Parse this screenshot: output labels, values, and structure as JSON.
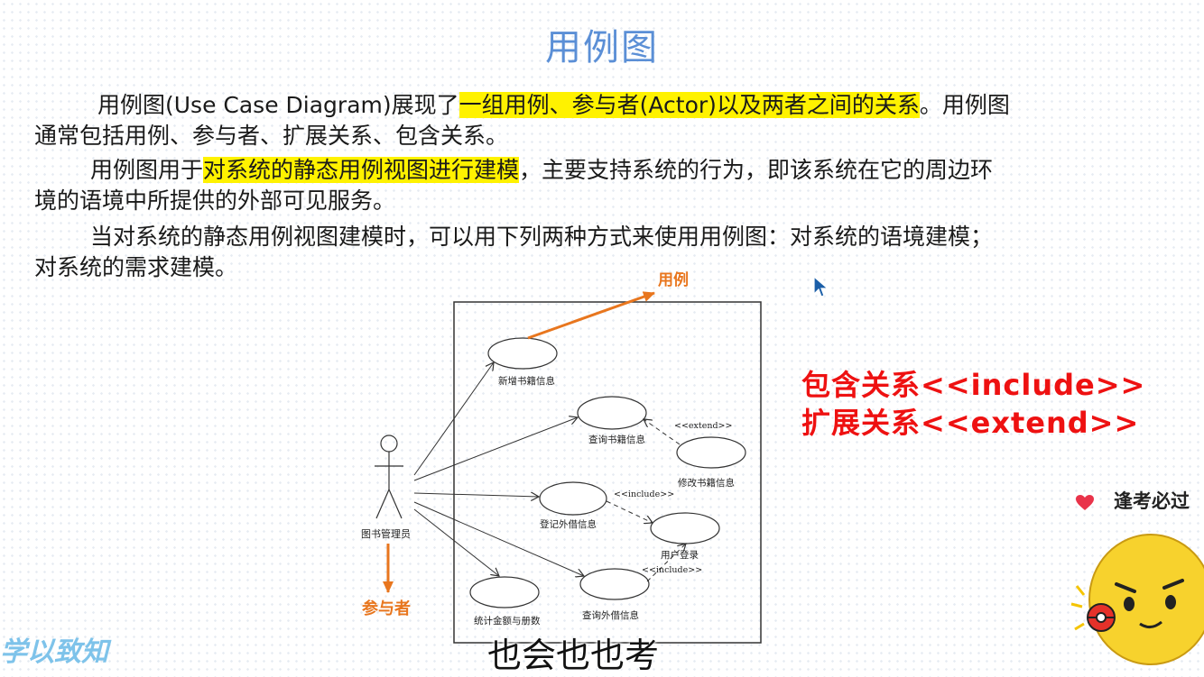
{
  "slide": {
    "title": "用例图",
    "p1": {
      "before": "用例图(Use Case Diagram)展现了",
      "highlight": "一组用例、参与者(Actor)以及两者之间的关系",
      "after_line1": "。用例图",
      "line2": "通常包括用例、参与者、扩展关系、包含关系。"
    },
    "p2": {
      "before": "用例图用于",
      "highlight": "对系统的静态用例视图进行建模",
      "after_line1": "，主要支持系统的行为，即该系统在它的周边环",
      "line2": "境的语境中所提供的外部可见服务。"
    },
    "p3": {
      "line1": "当对系统的静态用例视图建模时，可以用下列两种方式来使用用例图：对系统的语境建模；",
      "line2": "对系统的需求建模。"
    }
  },
  "diagram": {
    "actor": "图书管理员",
    "use_cases": {
      "add_book": "新增书籍信息",
      "query_book": "查询书籍信息",
      "modify_book": "修改书籍信息",
      "register_loan": "登记外借信息",
      "user_login": "用户登录",
      "stats": "统计金额与册数",
      "query_loan": "查询外借信息"
    },
    "stereotypes": {
      "extend": "<<extend>>",
      "include": "<<include>>"
    },
    "callouts": {
      "use_case": "用例",
      "actor": "参与者"
    }
  },
  "relations": {
    "include": "包含关系<<include>>",
    "extend": "扩展关系<<extend>>"
  },
  "subtitle": "也会也也考",
  "watermarks": {
    "left": "学以致知",
    "right": "逢考必过"
  },
  "colors": {
    "title": "#5b8fd6",
    "highlight": "#fff200",
    "callout": "#e8761e",
    "relations": "#ee1111"
  }
}
